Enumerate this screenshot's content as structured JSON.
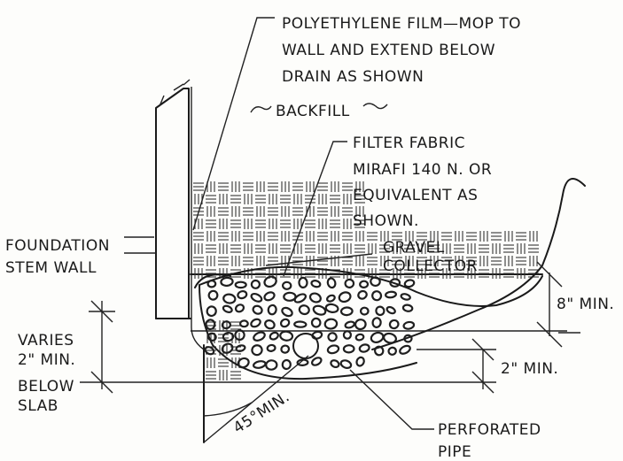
{
  "labels": {
    "poly_film_1": "POLYETHYLENE FILM—MOP TO",
    "poly_film_2": "WALL AND EXTEND BELOW",
    "poly_film_3": "DRAIN AS SHOWN",
    "backfill": "BACKFILL",
    "filter_1": "FILTER FABRIC",
    "filter_2": "MIRAFI 140 N. OR",
    "filter_3": "EQUIVALENT AS",
    "filter_4": "SHOWN.",
    "foundation_1": "FOUNDATION",
    "foundation_2": "STEM WALL",
    "gravel_1": "GRAVEL",
    "gravel_2": "COLLECTOR",
    "dim_8_min": "8\" MIN.",
    "varies_1": "VARIES",
    "varies_2": "2\" MIN.",
    "varies_3": "BELOW",
    "varies_4": "SLAB",
    "dim_2_min": "2\" MIN.",
    "angle_45": "45°MIN.",
    "pipe_1": "PERFORATED",
    "pipe_2": "PIPE"
  }
}
